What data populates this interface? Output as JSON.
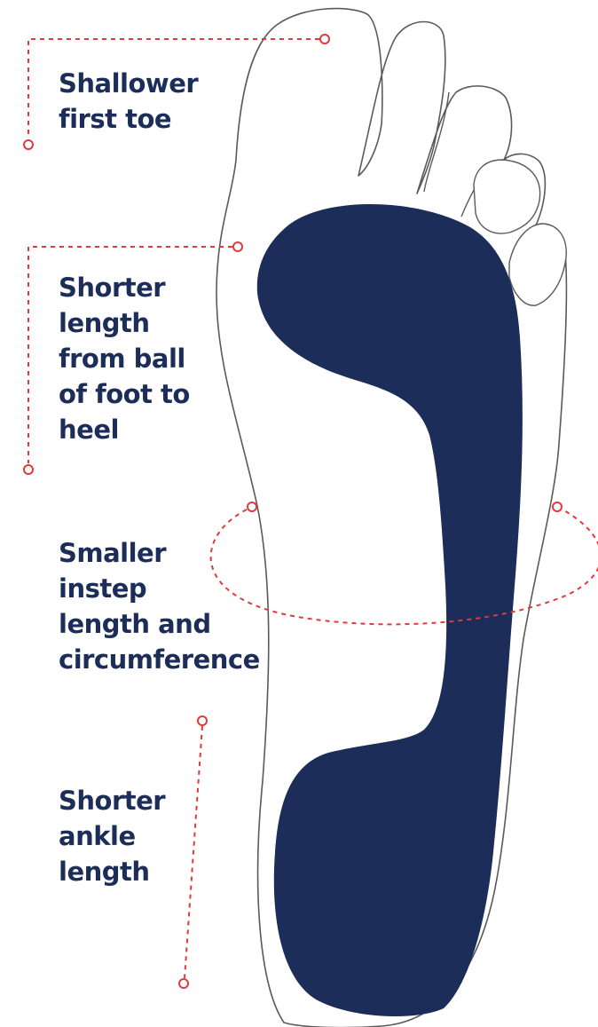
{
  "labels": {
    "first_toe": "Shallower\nfirst toe",
    "ball_to_heel": "Shorter\nlength\nfrom ball\nof foot to\nheel",
    "instep": "Smaller\ninstep\nlength and\ncircumference",
    "ankle": "Shorter\n  ankle\n length"
  },
  "colors": {
    "insole": "#1b2d58",
    "outline": "#5a5a5a",
    "leader": "#e03a3e",
    "text": "#1b2d58"
  }
}
